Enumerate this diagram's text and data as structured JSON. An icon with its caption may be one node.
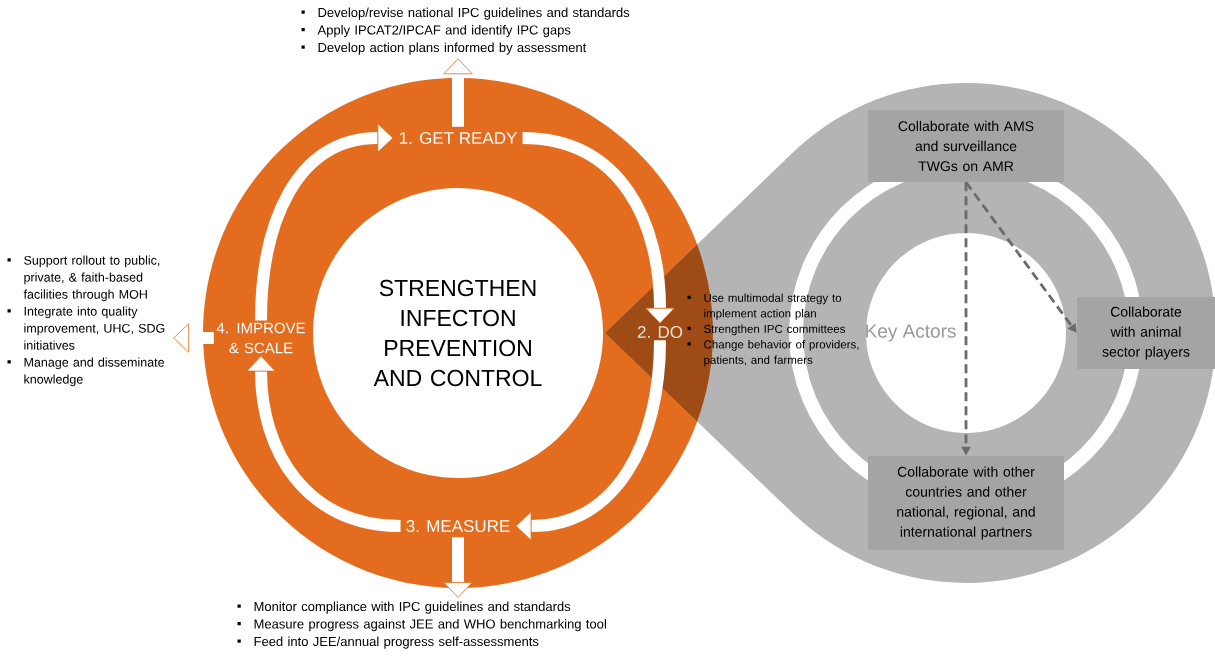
{
  "diagram": {
    "nodes": [
      {
        "text": [
          "1. GET READY"
        ]
      },
      {
        "text": [
          "Develop/revise national IPC guidelines and standards",
          "Apply IPCAT2/IPCAF and identify IPC gaps",
          "Develop action plans informed by assessment"
        ]
      },
      {
        "text": [
          "2. DO"
        ]
      },
      {
        "text": [
          "Use multimodal strategy to implement action plan",
          "Strengthen IPC committees",
          "Change behavior of providers, patients, and farmers"
        ]
      },
      {
        "text": [
          "3. MEASURE"
        ]
      },
      {
        "text": [
          "Monitor compliance with IPC guidelines and standards",
          "Measure progress against JEE and WHO benchmarking tool",
          "Feed into JEE/annual progress self-assessments"
        ]
      },
      {
        "text": [
          "4. IMPROVE & SCALE"
        ]
      },
      {
        "text": [
          "Support rollout to public, private, & faith-based facilities through MOH",
          "Integrate into quality improvement, UHC, SDG initiatives",
          "Manage and disseminate knowledge"
        ]
      },
      {
        "text": [
          "STRENGTHEN INFECTON PREVENTION AND CONTROL"
        ]
      },
      {
        "text": [
          "Key Actors"
        ]
      },
      {
        "text": [
          "Collaborate with AMS and surveillance TWGs on AMR"
        ]
      },
      {
        "text": [
          "Collaborate with animal sector players"
        ]
      },
      {
        "text": [
          "Collaborate with other countries and other national, regional, and international partners"
        ]
      }
    ],
    "edges": [
      {
        "from": 0,
        "to": 1,
        "arrow": "to"
      },
      {
        "from": 4,
        "to": 5,
        "arrow": "to"
      },
      {
        "from": 6,
        "to": 7,
        "arrow": "to"
      },
      {
        "from": 0,
        "to": 2,
        "arrow": "to"
      },
      {
        "from": 2,
        "to": 4,
        "arrow": "to"
      },
      {
        "from": 4,
        "to": 6,
        "arrow": "to"
      },
      {
        "from": 6,
        "to": 0,
        "arrow": "to"
      },
      {
        "from": 10,
        "to": 11,
        "arrow": "to",
        "style": "dashed",
        "color": "#6b6b6b"
      },
      {
        "from": 10,
        "to": 12,
        "arrow": "to",
        "style": "dashed",
        "color": "#6b6b6b"
      }
    ]
  }
}
